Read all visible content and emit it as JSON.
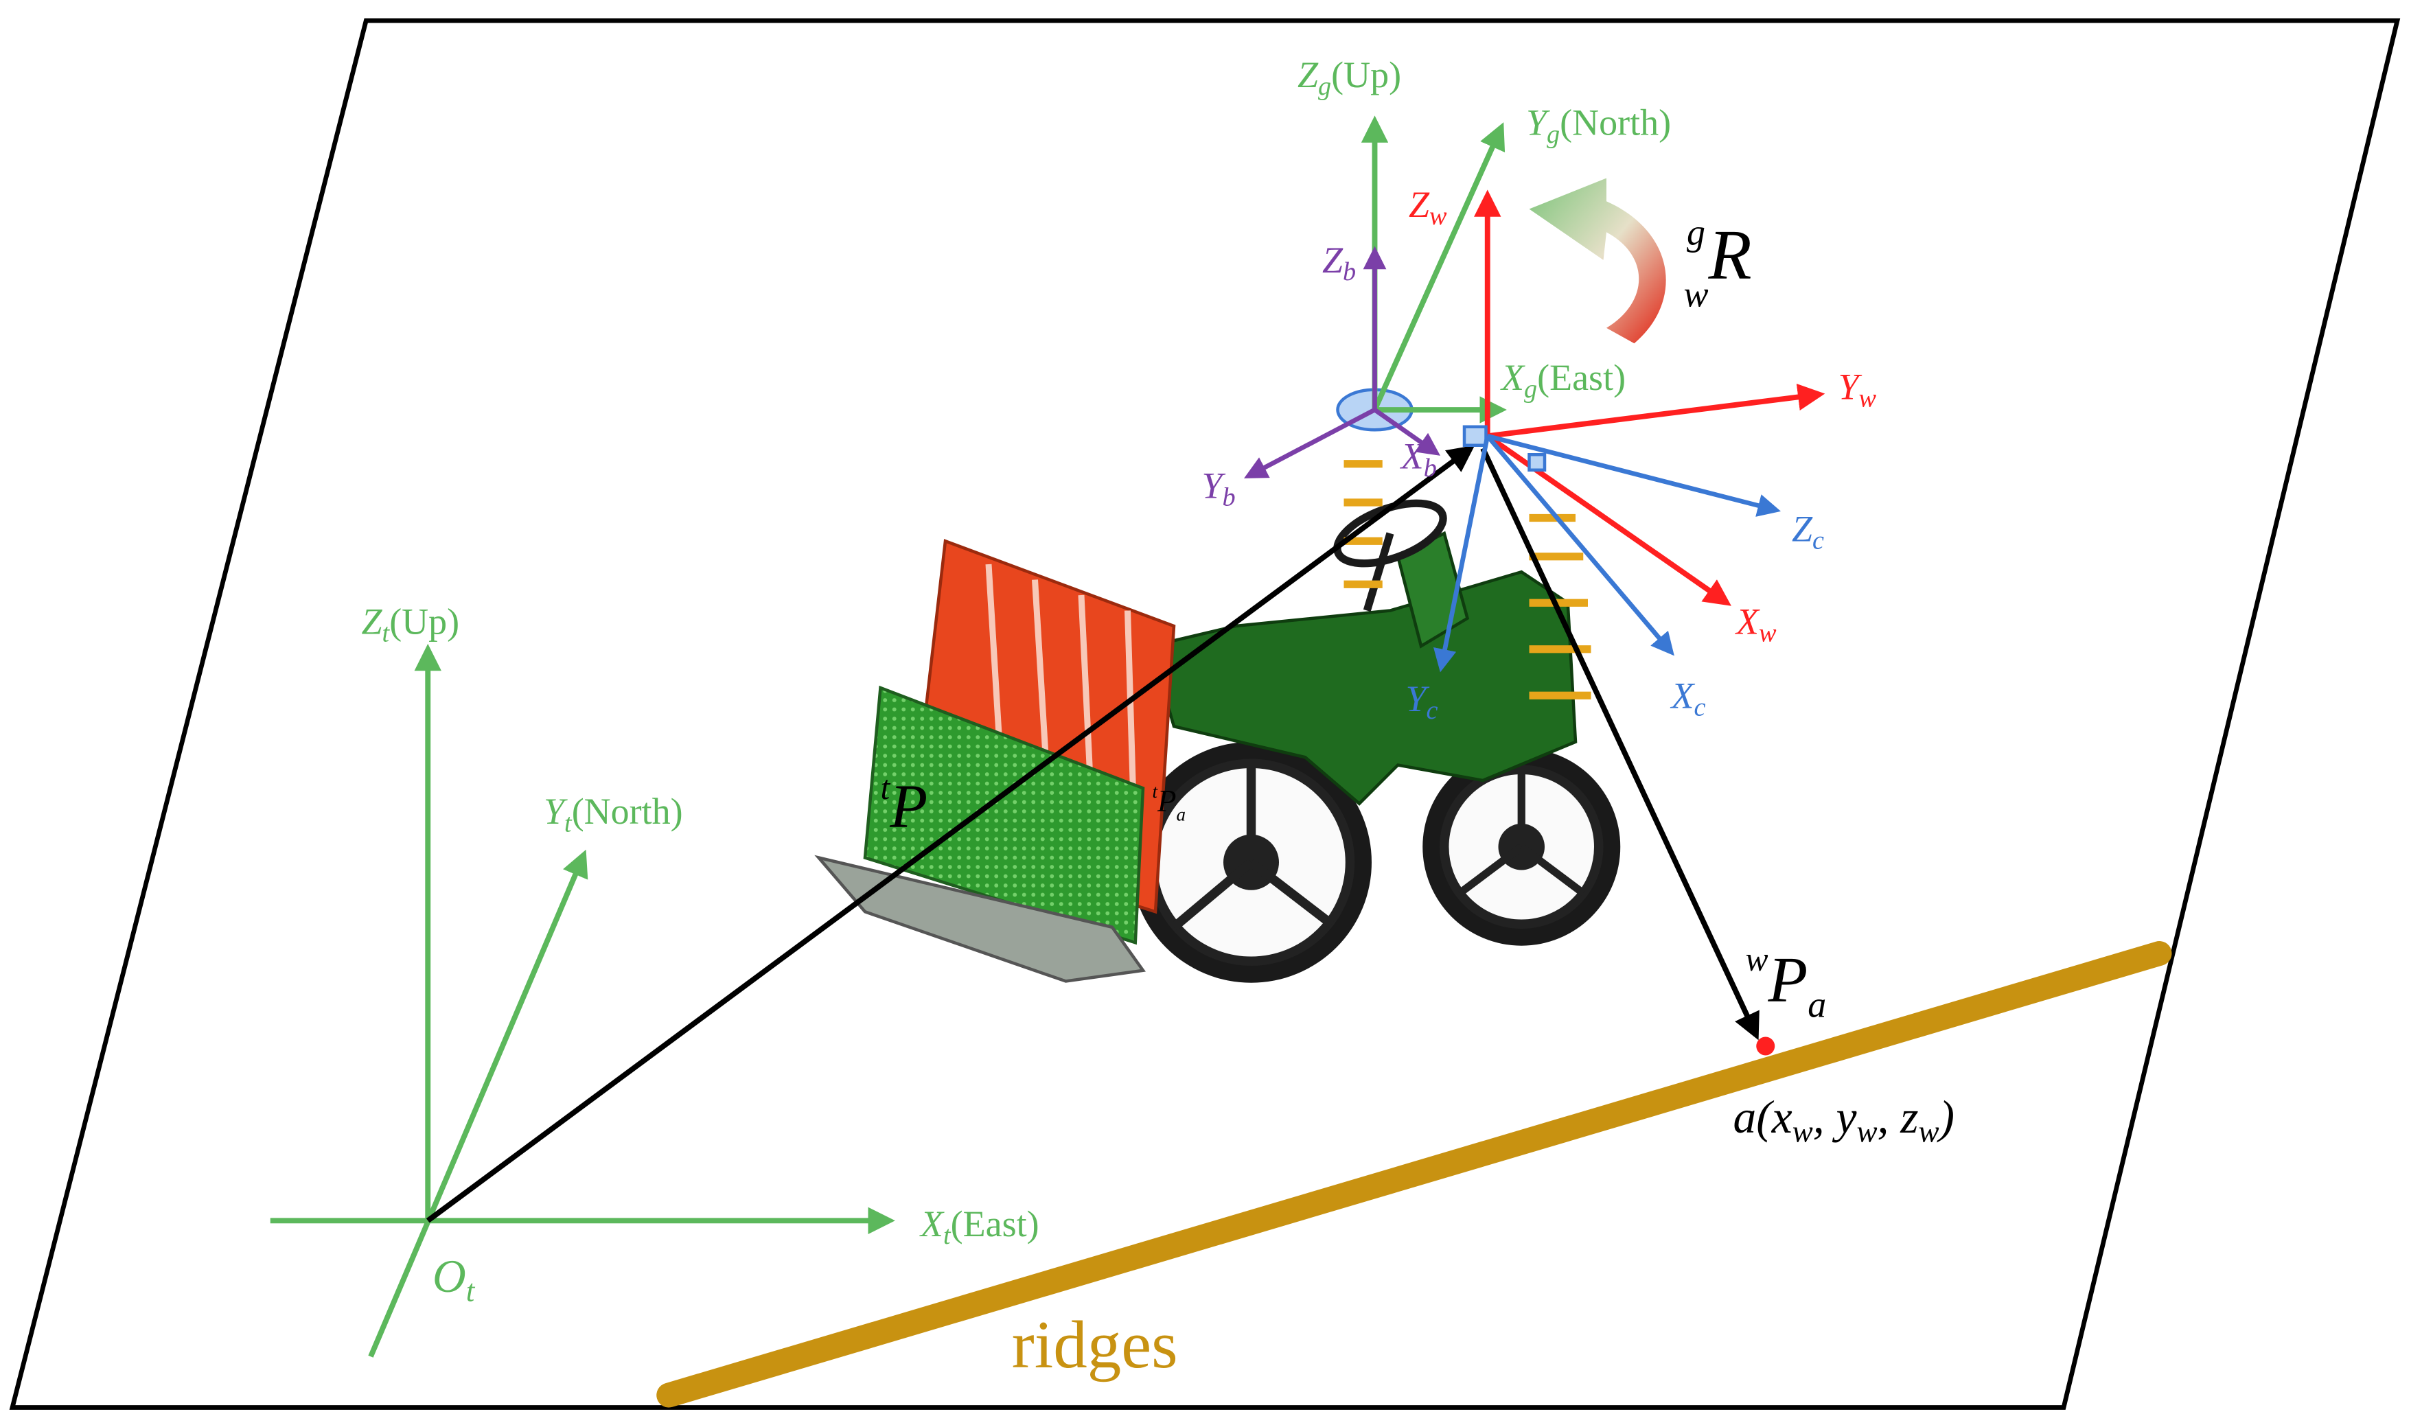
{
  "colors": {
    "green": "#5cb85c",
    "red": "#ff2020",
    "purple": "#7b3fa8",
    "blue": "#3a78d4",
    "black": "#000000",
    "ridge": "#c89211",
    "tractor_body": "#1f6b1f",
    "planter_red": "#e8461e"
  },
  "terrain_frame": {
    "axes": {
      "z": {
        "sym": "Z",
        "sub": "t",
        "suffix": "(Up)"
      },
      "y": {
        "sym": "Y",
        "sub": "t",
        "suffix": "(North)"
      },
      "x": {
        "sym": "X",
        "sub": "t",
        "suffix": "(East)"
      }
    },
    "origin": {
      "sym": "O",
      "sub": "t"
    }
  },
  "gnss_frame": {
    "axes": {
      "z": {
        "sym": "Z",
        "sub": "g",
        "suffix": "(Up)"
      },
      "y": {
        "sym": "Y",
        "sub": "g",
        "suffix": "(North)"
      },
      "x": {
        "sym": "X",
        "sub": "g",
        "suffix": "(East)"
      }
    }
  },
  "body_frame": {
    "axes": {
      "z": {
        "sym": "Z",
        "sub": "b"
      },
      "y": {
        "sym": "Y",
        "sub": "b"
      },
      "x": {
        "sym": "X",
        "sub": "b"
      }
    }
  },
  "world_frame": {
    "axes": {
      "z": {
        "sym": "Z",
        "sub": "w"
      },
      "y": {
        "sym": "Y",
        "sub": "w"
      },
      "x": {
        "sym": "X",
        "sub": "w"
      }
    }
  },
  "camera_frame": {
    "axes": {
      "z": {
        "sym": "Z",
        "sub": "c"
      },
      "y": {
        "sym": "Y",
        "sub": "c"
      },
      "x": {
        "sym": "X",
        "sub": "c"
      }
    }
  },
  "rotation": {
    "sym": "R",
    "sup": "g",
    "sub": "w"
  },
  "vectors": {
    "tp": {
      "sym": "P",
      "sup": "t"
    },
    "tpa_small": {
      "sym": "P",
      "sup": "t",
      "sub": "a"
    },
    "wpa": {
      "sym": "P",
      "sup": "w",
      "sub": "a"
    }
  },
  "point_a": "a(x<sub>w</sub>, y<sub>w</sub>, z<sub>w</sub>)",
  "point_a_parts": {
    "name": "a",
    "x": "x",
    "y": "y",
    "z": "z",
    "sub": "w"
  },
  "ridges_label": "ridges"
}
